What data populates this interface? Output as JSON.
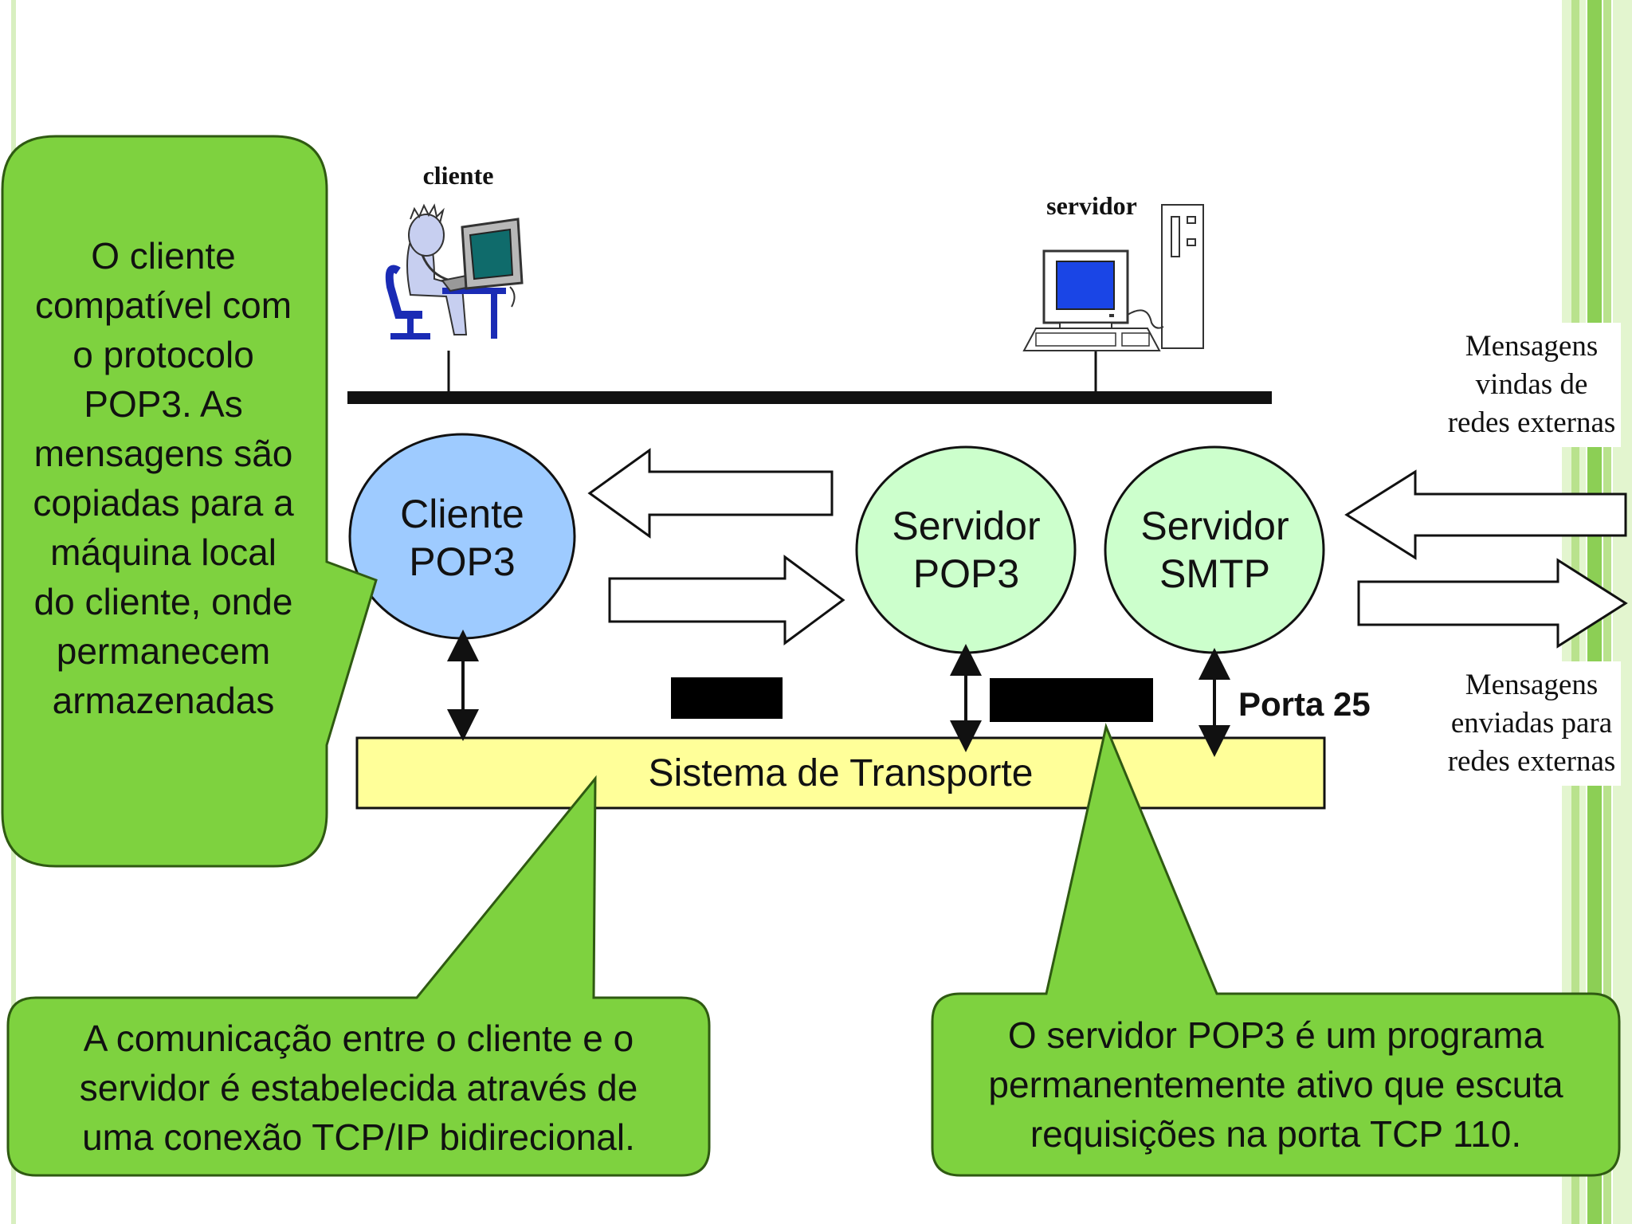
{
  "colors": {
    "callout_green": "#7ed23f",
    "callout_border": "#2f5a12",
    "client_node": "#9ecbff",
    "server_node": "#ccffcc",
    "transport_bar": "#ffff99",
    "network_line": "#111111",
    "stripe_light": "#e3f5cf",
    "stripe_mid": "#b9e28d",
    "stripe_dark": "#8ccf55"
  },
  "labels": {
    "cliente": "cliente",
    "servidor": "servidor",
    "client_node": "Cliente\nPOP3",
    "pop3_node": "Servidor\nPOP3",
    "smtp_node": "Servidor\nSMTP",
    "transport": "Sistema de Transporte",
    "porta_25": "Porta 25",
    "incoming": "Mensagens vindas de redes externas",
    "outgoing": "Mensagens enviadas para redes externas"
  },
  "callouts": {
    "client": "O cliente compatível com o protocolo POP3. As mensagens são copiadas para a máquina local do cliente, onde permanecem armazenadas",
    "connection": "A comunicação entre o cliente e o servidor é estabelecida através de uma conexão TCP/IP bidirecional.",
    "server": "O servidor POP3 é um programa permanentemente ativo que escuta requisições na porta TCP 110."
  },
  "icons": {
    "person": "person-at-computer-icon",
    "server": "server-computer-icon"
  }
}
